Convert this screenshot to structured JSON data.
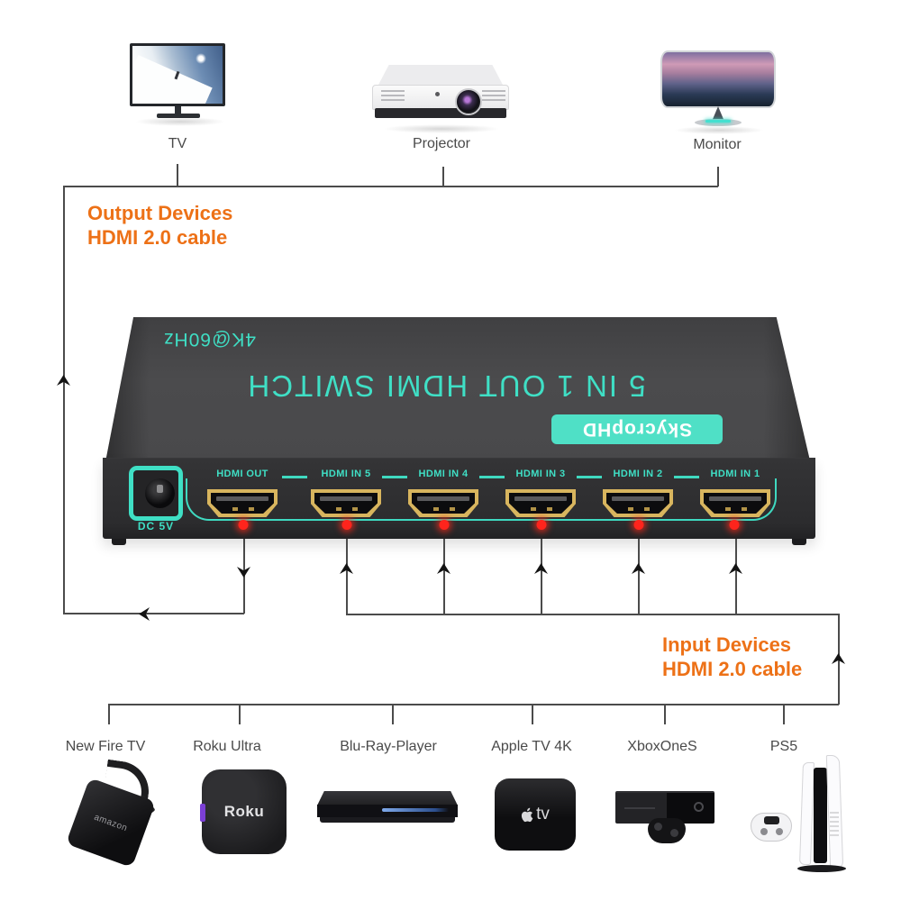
{
  "colors": {
    "teal_accent": "#3FDFC5",
    "orange_caption": "#ED7117",
    "led_red": "#FF241C",
    "hdmi_gold": "#D8B55E",
    "switch_body": "#3A3A3C",
    "diagram_line": "#4B4B4B"
  },
  "output_section": {
    "caption_line1": "Output Devices",
    "caption_line2": "HDMI 2.0 cable",
    "devices": [
      {
        "label": "TV"
      },
      {
        "label": "Projector"
      },
      {
        "label": "Monitor"
      }
    ]
  },
  "hdmi_switch": {
    "top_small_label": "4K@60Hz",
    "top_main_label": "5 IN 1 OUT HDMI SWITCH",
    "brand_badge": "SkycropHD",
    "power_label": "DC 5V",
    "ports": [
      {
        "label": "HDMI OUT"
      },
      {
        "label": "HDMI IN 5"
      },
      {
        "label": "HDMI IN 4"
      },
      {
        "label": "HDMI IN 3"
      },
      {
        "label": "HDMI IN 2"
      },
      {
        "label": "HDMI IN 1"
      }
    ]
  },
  "input_section": {
    "caption_line1": "Input Devices",
    "caption_line2": "HDMI 2.0 cable",
    "devices": [
      {
        "label": "New Fire TV"
      },
      {
        "label": "Roku Ultra"
      },
      {
        "label": "Blu-Ray-Player"
      },
      {
        "label": "Apple TV 4K"
      },
      {
        "label": "XboxOneS"
      },
      {
        "label": "PS5"
      }
    ]
  },
  "brands": {
    "firetv_box": "amazon",
    "roku_box": "Roku",
    "appletv_box": "tv"
  }
}
